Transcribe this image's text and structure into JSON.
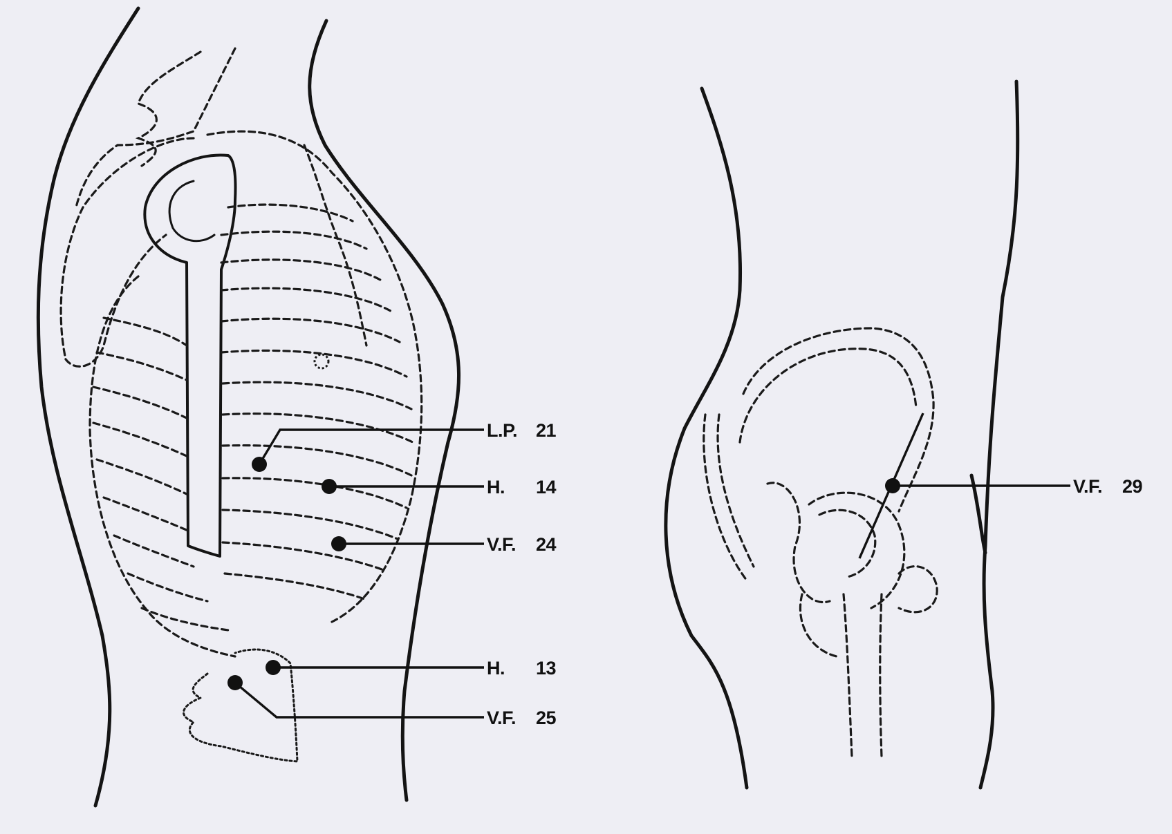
{
  "labels": {
    "lp21": {
      "code": "L.P.",
      "number": "21"
    },
    "h14": {
      "code": "H.",
      "number": "14"
    },
    "vf24": {
      "code": "V.F.",
      "number": "24"
    },
    "h13": {
      "code": "H.",
      "number": "13"
    },
    "vf25": {
      "code": "V.F.",
      "number": "25"
    },
    "vf29": {
      "code": "V.F.",
      "number": "29"
    }
  },
  "colors": {
    "paper": "#eeeef4",
    "ink": "#111111"
  }
}
